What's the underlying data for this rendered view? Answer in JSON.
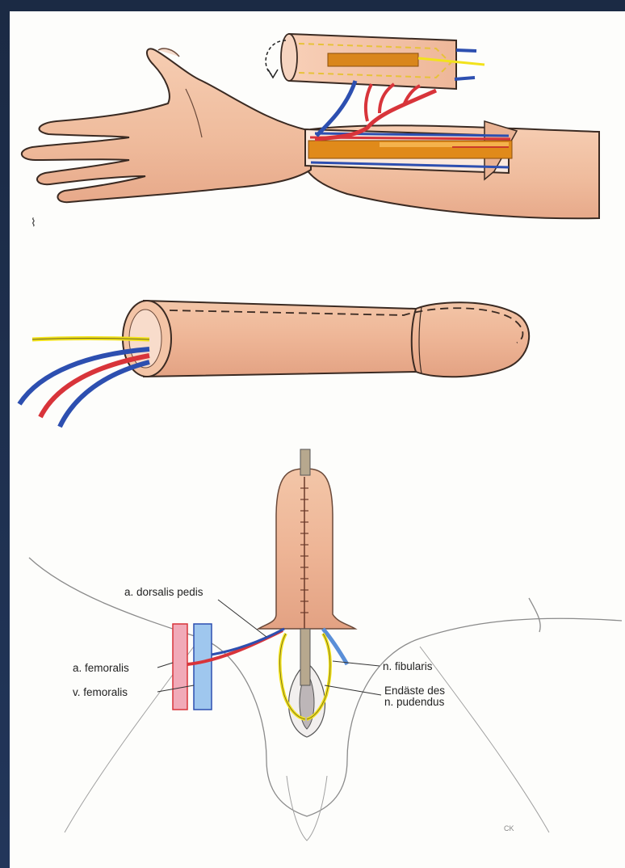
{
  "labels": {
    "a_dorsalis_pedis": "a. dorsalis pedis",
    "a_femoralis": "a. femoralis",
    "v_femoralis": "v. femoralis",
    "n_fibularis": "n. fibularis",
    "endaeste_line1": "Endäste des",
    "endaeste_line2": "n. pudendus",
    "artist_mark": "CK"
  },
  "colors": {
    "artery": "#d8343a",
    "vein": "#2d4fb0",
    "nerve": "#f2e21c",
    "skin": "#f2c0a2",
    "tendon": "#e08a1a",
    "background_frame": "#1e2c45"
  }
}
